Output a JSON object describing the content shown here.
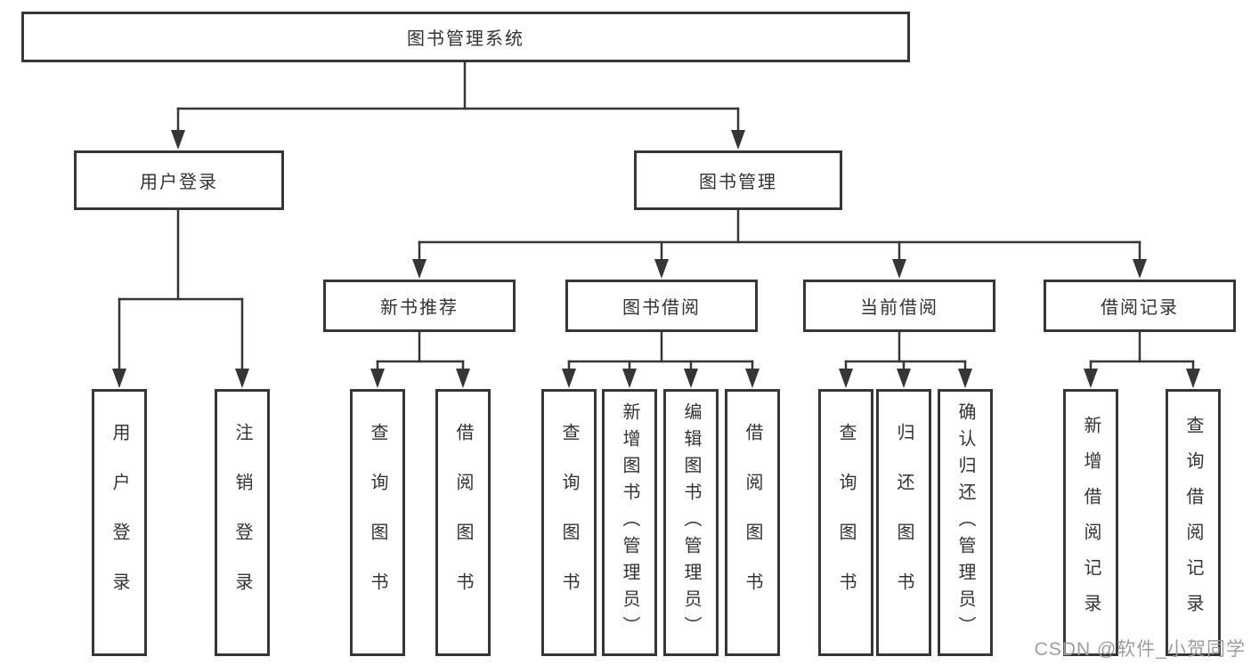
{
  "diagram_type": "hierarchy-tree",
  "tree": {
    "label": "图书管理系统",
    "children": [
      {
        "label": "用户登录",
        "children": [
          {
            "label": "用户登录"
          },
          {
            "label": "注销登录"
          }
        ]
      },
      {
        "label": "图书管理",
        "children": [
          {
            "label": "新书推荐",
            "children": [
              {
                "label": "查询图书"
              },
              {
                "label": "借阅图书"
              }
            ]
          },
          {
            "label": "图书借阅",
            "children": [
              {
                "label": "查询图书"
              },
              {
                "label": "新增图书（管理员）"
              },
              {
                "label": "编辑图书（管理员）"
              },
              {
                "label": "借阅图书"
              }
            ]
          },
          {
            "label": "当前借阅",
            "children": [
              {
                "label": "查询图书"
              },
              {
                "label": "归还图书"
              },
              {
                "label": "确认归还（管理员）"
              }
            ]
          },
          {
            "label": "借阅记录",
            "children": [
              {
                "label": "新增借阅记录"
              },
              {
                "label": "查询借阅记录"
              }
            ]
          }
        ]
      }
    ]
  },
  "watermark": {
    "text": "CSDN @软件_小贺同学"
  },
  "colors": {
    "line": "#363636",
    "box_border": "#363636",
    "box_fill": "#ffffff",
    "text": "#333333",
    "watermark": "#9e9e9e",
    "background": "#ffffff"
  }
}
